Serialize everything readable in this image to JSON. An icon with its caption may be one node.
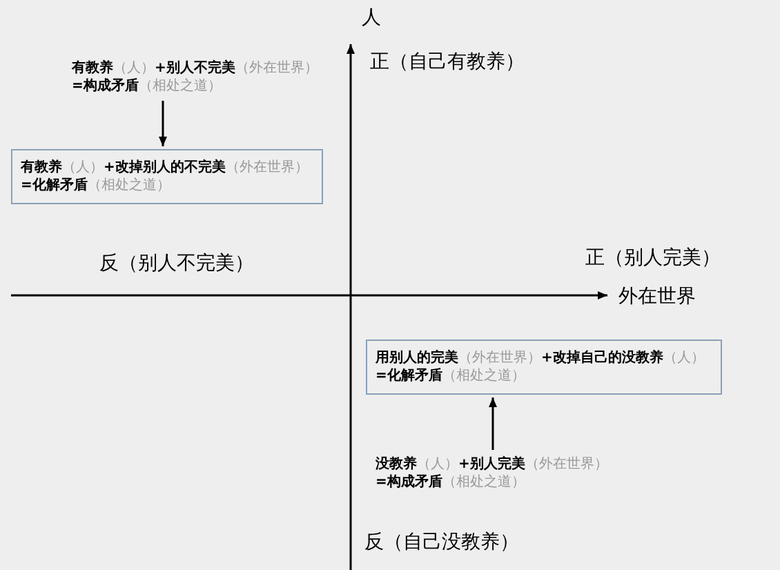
{
  "diagram": {
    "nodes": [
      {
        "text": [
          "**有教养**（人）**+别人不完美**（外在世界）**=构成矛盾**（相处之道）"
        ]
      },
      {
        "text": [
          "**有教养**（人）**+改掉别人的不完美**（外在世界）**=化解矛盾**（相处之道）"
        ]
      },
      {
        "text": [
          "**用别人的完美**（外在世界）**+改掉自己的没教养**（人）**=化解矛盾**（相处之道）"
        ]
      },
      {
        "text": [
          "**没教养**（人）**+别人完美**（外在世界）**=构成矛盾**（相处之道）"
        ]
      }
    ],
    "edges": [
      {
        "from": 0,
        "to": 1,
        "arrow": "to"
      },
      {
        "from": 3,
        "to": 2,
        "arrow": "to"
      }
    ],
    "labels": [
      "人",
      "正（自己有教养）",
      "反（别人不完美）",
      "正（别人完美）",
      "外在世界",
      "反（自己没教养）"
    ]
  }
}
